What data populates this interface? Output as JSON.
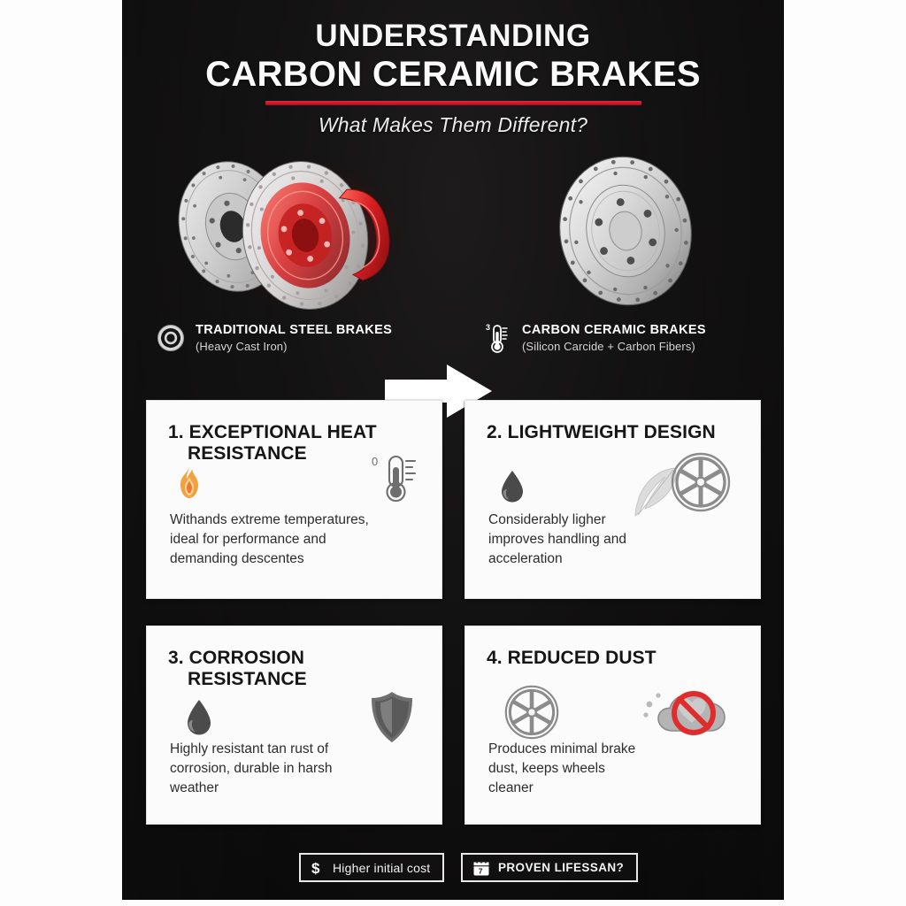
{
  "poster": {
    "title_line1": "UNDERSTANDING",
    "title_line2": "CARBON CERAMIC BRAKES",
    "subtitle": "What Makes Them Different?",
    "accent_color": "#d01628",
    "background_color": "#121111",
    "card_background": "#fbfbfb"
  },
  "hero": {
    "arrow_icon": "arrow-right-icon",
    "left_rotor_alt": "traditional steel brake rotors with red caliper",
    "right_rotor_alt": "carbon ceramic drilled brake rotor"
  },
  "legend": [
    {
      "icon": "brake-rotor-icon",
      "title": "TRADITIONAL STEEL BRAKES",
      "subtitle": "(Heavy Cast Iron)"
    },
    {
      "icon": "thermometer-icon",
      "icon_badge": "3",
      "title": "CARBON CERAMIC BRAKES",
      "subtitle": "(Silicon Carcide + Carbon Fibers)"
    }
  ],
  "cards": [
    {
      "number": "1.",
      "title_line1": "EXCEPTIONAL HEAT",
      "title_line2": "RESISTANCE",
      "body": "Withands extreme temperatures, ideal for performance and demanding descentes",
      "icon_primary": "flame-icon",
      "icon_secondary": "thermometer-icon",
      "icon_secondary_badge": "0"
    },
    {
      "number": "2.",
      "title_line1": "LIGHTWEIGHT DESIGN",
      "title_line2": "",
      "body": "Considerably ligher improves handling and acceleration",
      "icon_primary": "water-drop-icon",
      "icon_secondary": "feather-icon",
      "icon_tertiary": "alloy-wheel-icon"
    },
    {
      "number": "3.",
      "title_line1": "CORROSION",
      "title_line2": "RESISTANCE",
      "body": "Highly resistant tan rust of corrosion, durable in harsh weather",
      "icon_primary": "water-drop-icon",
      "icon_secondary": "shield-icon"
    },
    {
      "number": "4.",
      "title_line1": "REDUCED DUST",
      "title_line2": "",
      "body": "Produces minimal brake dust, keeps wheels cleaner",
      "icon_primary": "alloy-wheel-icon",
      "icon_secondary": "no-dust-cloud-icon"
    }
  ],
  "footer": {
    "badges": [
      {
        "icon": "dollar-sign-icon",
        "label": "Higher initial cost"
      },
      {
        "icon": "calendar-icon",
        "label": "PROVEN LIFESSAN?"
      }
    ]
  }
}
